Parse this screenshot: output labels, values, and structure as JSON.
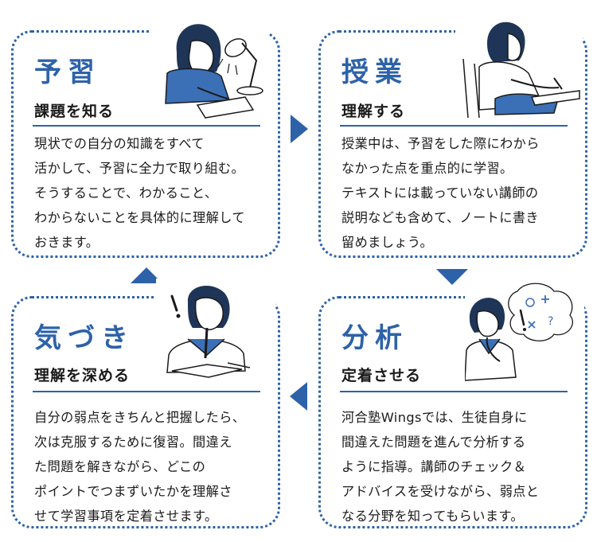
{
  "cards": [
    {
      "title": "予習",
      "subtitle": "課題を知る",
      "body": "現状での自分の知識をすべて\n活かして、予習に全力で取り組む。\nそうすることで、わかること、\nわからないことを具体的に理解して\nおきます。"
    },
    {
      "title": "授業",
      "subtitle": "理解する",
      "body": "授業中は、予習をした際にわから\nなかった点を重点的に学習。\nテキストには載っていない講師の\n説明なども含めて、ノートに書き\n留めましょう。"
    },
    {
      "title": "気づき",
      "subtitle": "理解を深める",
      "body": "自分の弱点をきちんと把握したら、\n次は克服するために復習。間違え\nた問題を解きながら、どこの\nポイントでつまずいたかを理解さ\nせて学習事項を定着させます。"
    },
    {
      "title": "分析",
      "subtitle": "定着させる",
      "body": "河合塾Wingsでは、生徒自身に\n間違えた問題を進んで分析する\nように指導。講師のチェック＆\nアドバイスを受けながら、弱点と\nなる分野を知ってもらいます。"
    }
  ],
  "colors": {
    "accent": "#2d62a8",
    "text": "#1a1a1a",
    "illustration": "#3b6fb6",
    "skin": "#ffffff"
  }
}
